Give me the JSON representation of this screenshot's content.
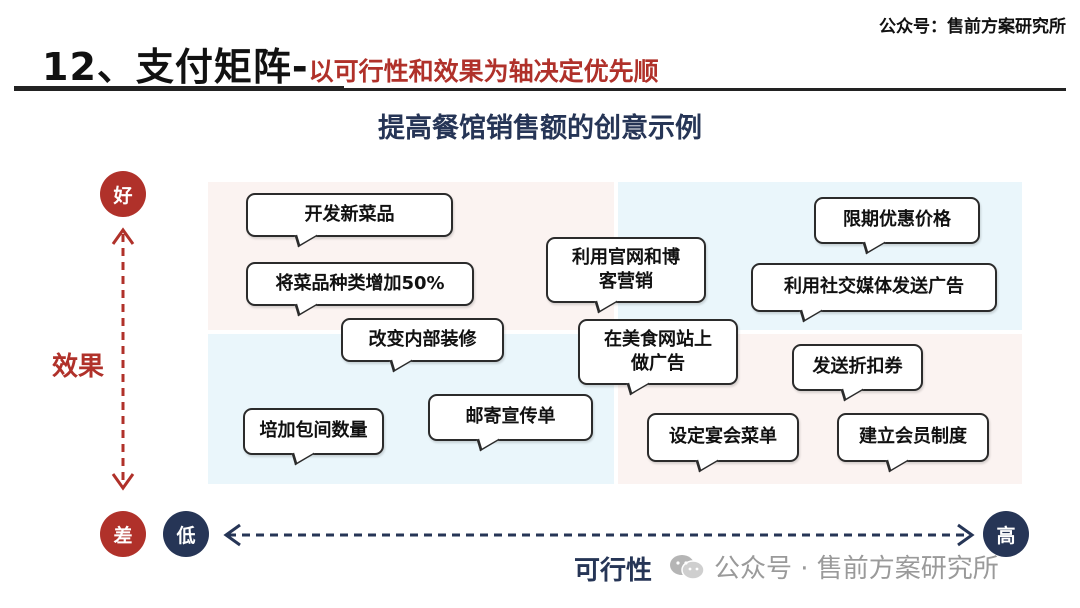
{
  "source": "公众号：售前方案研究所",
  "title": {
    "main": "12、支付矩阵-",
    "sub": "以可行性和效果为轴决定优先顺"
  },
  "subtitle": "提高餐馆销售额的创意示例",
  "y_axis": {
    "top": "好",
    "bottom": "差",
    "label": "效果"
  },
  "x_axis": {
    "left": "低",
    "right": "高",
    "label": "可行性"
  },
  "ideas": [
    {
      "text": "开发新菜品"
    },
    {
      "text": "将菜品种类增加50%"
    },
    {
      "text": "改变内部装修"
    },
    {
      "text": "利用官网和博客营销"
    },
    {
      "text": "在美食网站上做广告"
    },
    {
      "text": "限期优惠价格"
    },
    {
      "text": "利用社交媒体发送广告"
    },
    {
      "text": "发送折扣券"
    },
    {
      "text": "培加包间数量"
    },
    {
      "text": "邮寄宣传单"
    },
    {
      "text": "设定宴会菜单"
    },
    {
      "text": "建立会员制度"
    }
  ],
  "watermark": "公众号 · 售前方案研究所",
  "colors": {
    "accent_red": "#b0312a",
    "navy": "#263556"
  }
}
